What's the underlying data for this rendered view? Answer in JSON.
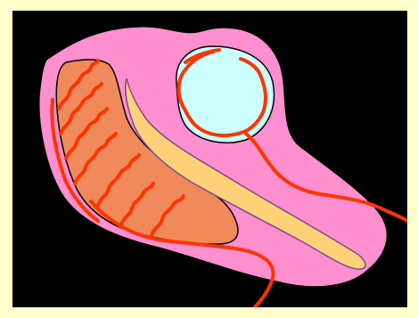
{
  "colors": {
    "page_background": "#ffffcc",
    "canvas_background": "#000000",
    "outer_tissue": "#ff8fcf",
    "left_organ": "#f08a5a",
    "center_band": "#ffd27a",
    "sphere": "#ccffff",
    "vessel": "#ff3300",
    "outline": "#000000",
    "band_outline": "#7a4a8a"
  },
  "shapes": [
    {
      "name": "outer-tissue",
      "kind": "blob"
    },
    {
      "name": "left-organ",
      "kind": "blob"
    },
    {
      "name": "center-band",
      "kind": "band"
    },
    {
      "name": "sphere",
      "kind": "circle"
    },
    {
      "name": "vessels",
      "kind": "curves"
    }
  ]
}
